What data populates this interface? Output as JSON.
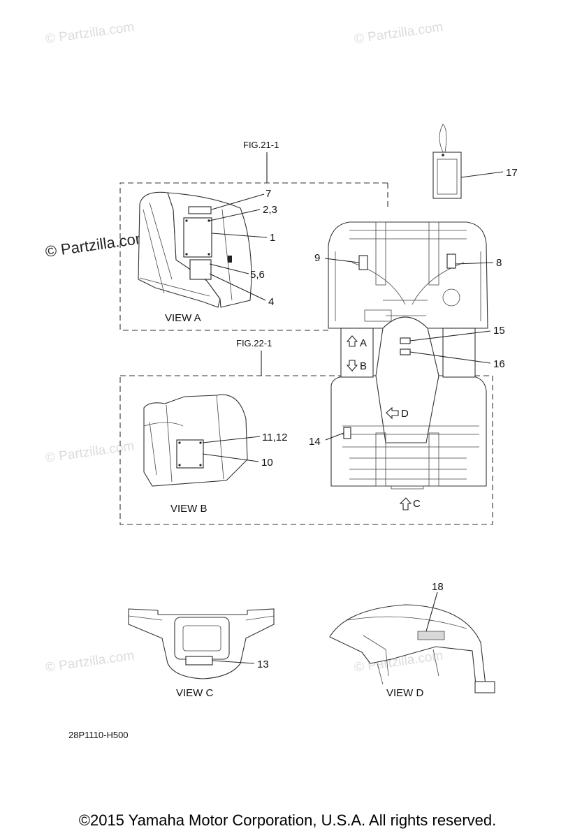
{
  "watermark": {
    "text": "© Partzilla.com"
  },
  "figure_refs": {
    "fig21": "FIG.21-1",
    "fig22": "FIG.22-1"
  },
  "views": {
    "a": "VIEW A",
    "b": "VIEW B",
    "c": "VIEW C",
    "d": "VIEW D"
  },
  "direction_labels": {
    "a": "A",
    "b": "B",
    "c": "C",
    "d": "D"
  },
  "callouts": {
    "p1": "1",
    "p2_3": "2,3",
    "p4": "4",
    "p5_6": "5,6",
    "p7": "7",
    "p8": "8",
    "p9": "9",
    "p10": "10",
    "p11_12": "11,12",
    "p13": "13",
    "p14": "14",
    "p15": "15",
    "p16": "16",
    "p17": "17",
    "p18": "18"
  },
  "drawing_code": "28P1110-H500",
  "copyright": "©2015  Yamaha Motor Corporation, U.S.A. All rights reserved."
}
